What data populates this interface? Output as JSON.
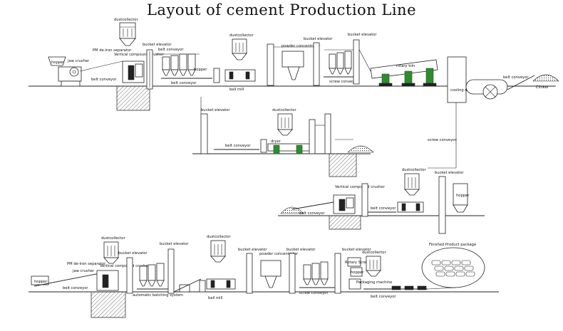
{
  "title": "Layout of cement Production Line",
  "colors": {
    "line": "#222222",
    "accent": "#2e8b2e"
  },
  "labels": {
    "dustcollector_1": "dustcollector",
    "hopper_1": "hopper",
    "jaw_crusher": "jaw crusher",
    "pm_separator_1": "PM de-iron separator",
    "vertical_compound_1": "Vertical compound crusher",
    "bucket_elevator_1": "bucket elevator",
    "belt_conveyor_1": "belt conveyor",
    "belt_conveyor_2": "belt conveyor",
    "belt_conveyor_3": "belt conveyor",
    "hopper_2": "hopper",
    "ball_mill_1": "ball mill",
    "dustcollector_2": "dustcollector",
    "powder_concentrator_1": "powder concentrator",
    "bucket_elevator_2": "bucket elevator",
    "bucket_elevator_3": "bucket elevator",
    "screw_conveyor_1": "screw conveyor",
    "rotary_kiln": "rotary kiln",
    "belt_conveyor_4": "belt conveyor",
    "clinker": "Clinker",
    "cooling_machine": "cooling machine",
    "bucket_elevator_4": "bucket elevator",
    "dustcollector_3": "dustcollector",
    "dryer": "dryer",
    "belt_conveyor_5": "belt conveyor",
    "screw_conveyor_2": "screw conveyor",
    "dustcollector_4": "dustcollector",
    "bucket_elevator_5": "bucket elevator",
    "hopper_3": "hopper",
    "vertical_compound_2": "Vertical compound crusher",
    "belt_conveyor_6": "belt conveyor",
    "belt_conveyor_7": "belt conveyor",
    "hopper_4": "hopper",
    "pm_separator_2": "PM de-iron separator",
    "jaw_crusher_2": "jaw crusher",
    "vertical_compound_3": "Vertical compound crusher",
    "dustcollector_5": "dustcollector",
    "bucket_elevator_6": "bucket elevator",
    "bucket_elevator_7": "bucket elevator",
    "belt_conveyor_8": "belt conveyor",
    "automatic_batching": "automatic batching system",
    "dustcollector_6": "dustcollector",
    "ball_mill_2": "ball mill",
    "bucket_elevator_8": "bucket elevator",
    "powder_concentrator_2": "powder concentrator",
    "bucket_elevator_9": "bucket elevator",
    "bucket_elevator_10": "bucket elevator",
    "dustcollector_7": "dustcollector",
    "rotary_screen": "Rotary Screen",
    "hopper_5": "hopper",
    "packaging_machine": "Packaging machine",
    "screw_conveyor_3": "screw conveyor",
    "belt_conveyor_9": "belt conveyor",
    "finished_product": "Finished Product package"
  }
}
